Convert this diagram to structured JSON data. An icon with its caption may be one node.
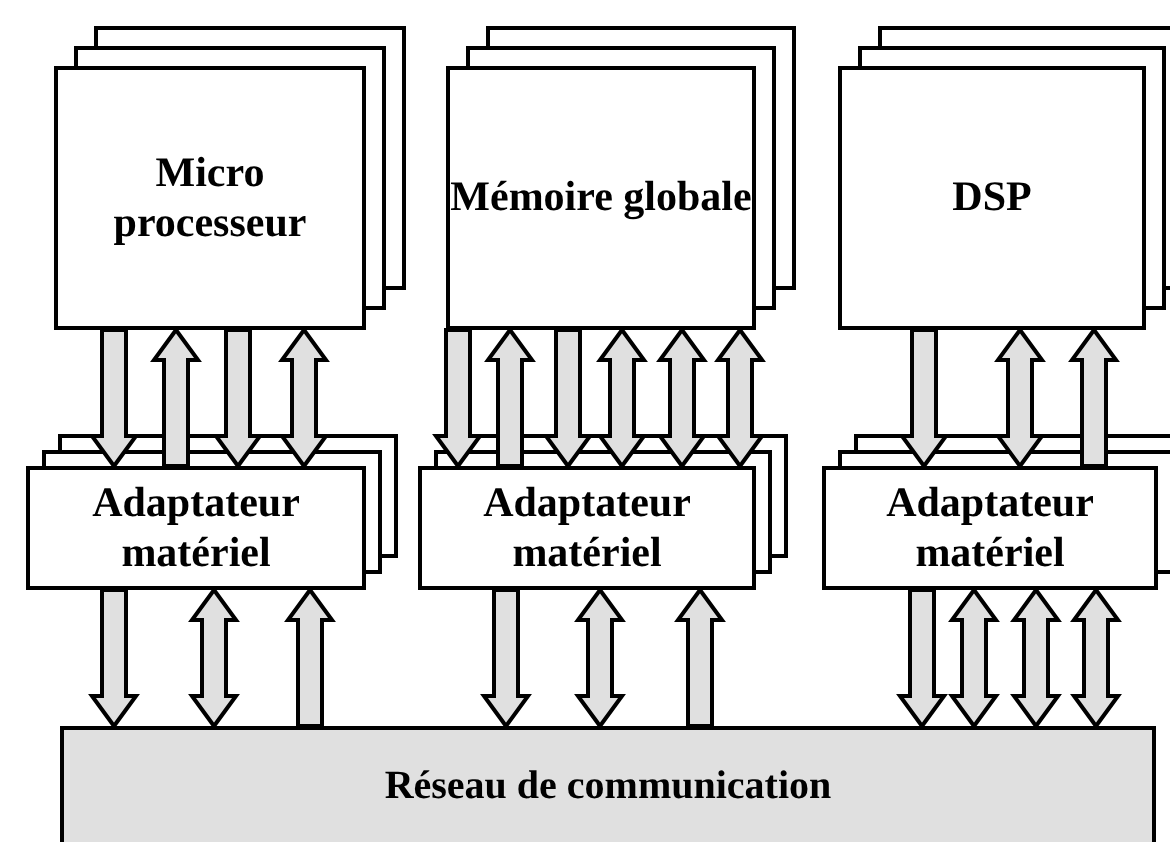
{
  "diagram": {
    "nodes": [
      {
        "text": [
          "Micro processeur"
        ]
      },
      {
        "text": [
          "Mémoire globale"
        ]
      },
      {
        "text": [
          "DSP"
        ]
      },
      {
        "text": [
          "Adaptateur matériel"
        ]
      },
      {
        "text": [
          "Adaptateur matériel"
        ]
      },
      {
        "text": [
          "Adaptateur matériel"
        ]
      },
      {
        "text": [
          "Réseau de communication"
        ]
      }
    ],
    "edges": [
      {
        "from": 0,
        "to": 3,
        "arrow": "to"
      },
      {
        "from": 3,
        "to": 0,
        "arrow": "to"
      },
      {
        "from": 0,
        "to": 3,
        "arrow": "to"
      },
      {
        "from": 0,
        "to": 3,
        "arrow": "both"
      },
      {
        "from": 1,
        "to": 4,
        "arrow": "to"
      },
      {
        "from": 4,
        "to": 1,
        "arrow": "to"
      },
      {
        "from": 1,
        "to": 4,
        "arrow": "to"
      },
      {
        "from": 1,
        "to": 4,
        "arrow": "both"
      },
      {
        "from": 1,
        "to": 4,
        "arrow": "both"
      },
      {
        "from": 1,
        "to": 4,
        "arrow": "both"
      },
      {
        "from": 2,
        "to": 5,
        "arrow": "to"
      },
      {
        "from": 2,
        "to": 5,
        "arrow": "both"
      },
      {
        "from": 5,
        "to": 2,
        "arrow": "to"
      },
      {
        "from": 3,
        "to": 6,
        "arrow": "to"
      },
      {
        "from": 3,
        "to": 6,
        "arrow": "both"
      },
      {
        "from": 6,
        "to": 3,
        "arrow": "to"
      },
      {
        "from": 4,
        "to": 6,
        "arrow": "to"
      },
      {
        "from": 4,
        "to": 6,
        "arrow": "both"
      },
      {
        "from": 6,
        "to": 4,
        "arrow": "to"
      },
      {
        "from": 5,
        "to": 6,
        "arrow": "to"
      },
      {
        "from": 5,
        "to": 6,
        "arrow": "both"
      },
      {
        "from": 5,
        "to": 6,
        "arrow": "both"
      },
      {
        "from": 5,
        "to": 6,
        "arrow": "both"
      }
    ]
  }
}
